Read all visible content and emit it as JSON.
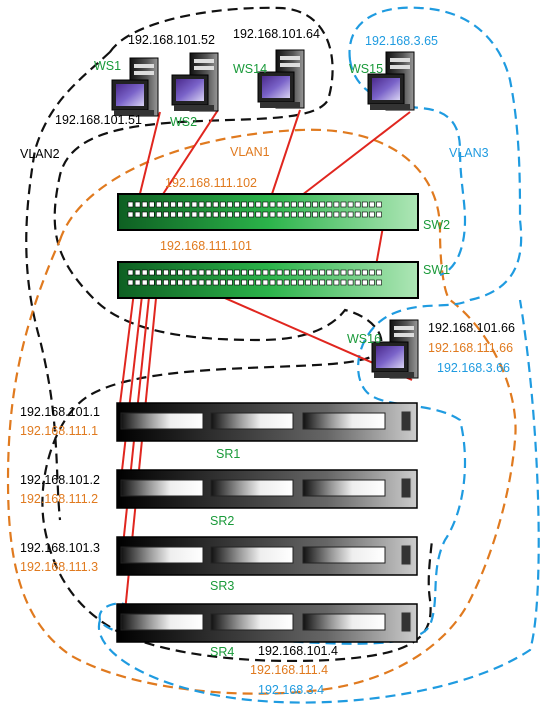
{
  "colors": {
    "vlan1": "#e07a1f",
    "vlan2": "#111111",
    "vlan3": "#1f9be0",
    "switch_body": "#2bb34a",
    "device_label": "#1a9a3a",
    "link": "#e0261f"
  },
  "vlans": {
    "vlan1": "VLAN1",
    "vlan2": "VLAN2",
    "vlan3": "VLAN3"
  },
  "workstations": [
    {
      "name": "WS1",
      "ip": "192.168.101.51"
    },
    {
      "name": "WS2",
      "ip": "192.168.101.52"
    },
    {
      "name": "WS14",
      "ip": "192.168.101.64"
    },
    {
      "name": "WS15",
      "ip": "192.168.3.65"
    },
    {
      "name": "WS16",
      "ips": [
        "192.168.101.66",
        "192.168.111.66",
        "192.168.3.66"
      ]
    }
  ],
  "switches": [
    {
      "name": "SW2",
      "ip": "192.168.111.102"
    },
    {
      "name": "SW1",
      "ip": "192.168.111.101"
    }
  ],
  "servers": [
    {
      "name": "SR1",
      "ips": [
        "192.168.101.1",
        "192.168.111.1"
      ]
    },
    {
      "name": "SR2",
      "ips": [
        "192.168.101.2",
        "192.168.111.2"
      ]
    },
    {
      "name": "SR3",
      "ips": [
        "192.168.101.3",
        "192.168.111.3"
      ]
    },
    {
      "name": "SR4",
      "ips": [
        "192.168.101.4",
        "192.168.111.4",
        "192.168.3.4"
      ]
    }
  ]
}
